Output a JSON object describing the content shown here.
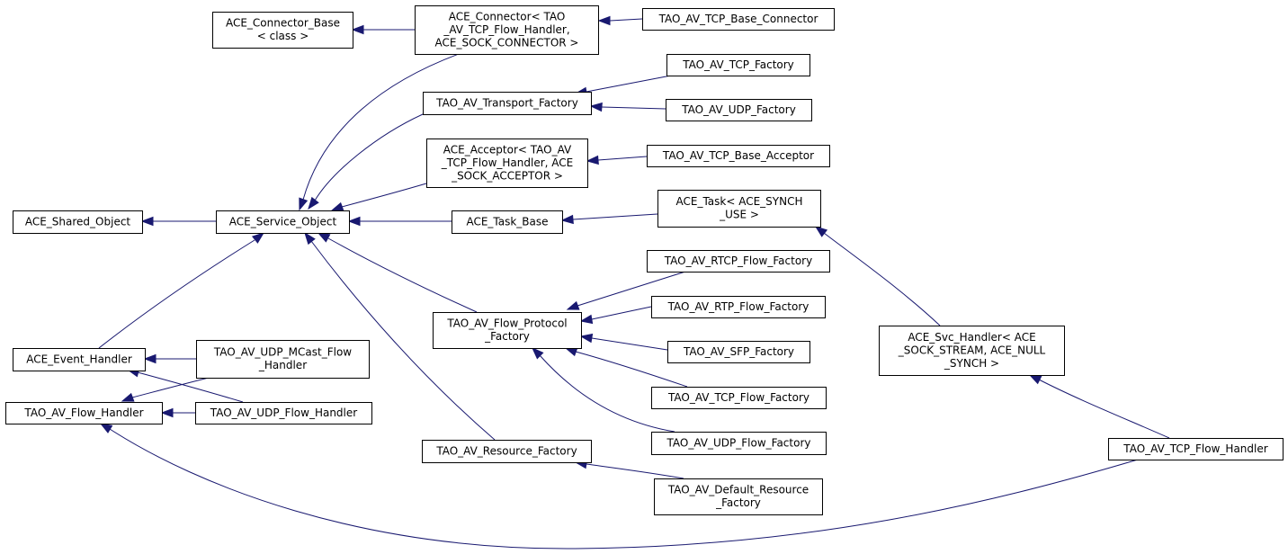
{
  "colors": {
    "edge": "#191970",
    "node_border": "#000000",
    "background": "#ffffff"
  },
  "nodes": [
    {
      "id": "ace-connector-base",
      "lines": [
        "ACE_Connector_Base",
        "< class >"
      ]
    },
    {
      "id": "ace-connector",
      "lines": [
        "ACE_Connector< TAO",
        "_AV_TCP_Flow_Handler,",
        "ACE_SOCK_CONNECTOR >"
      ]
    },
    {
      "id": "tao-av-tcp-base-connector",
      "lines": [
        "TAO_AV_TCP_Base_Connector"
      ]
    },
    {
      "id": "tao-av-tcp-factory",
      "lines": [
        "TAO_AV_TCP_Factory"
      ]
    },
    {
      "id": "tao-av-transport-factory",
      "lines": [
        "TAO_AV_Transport_Factory"
      ]
    },
    {
      "id": "tao-av-udp-factory",
      "lines": [
        "TAO_AV_UDP_Factory"
      ]
    },
    {
      "id": "ace-acceptor",
      "lines": [
        "ACE_Acceptor< TAO_AV",
        "_TCP_Flow_Handler, ACE",
        "_SOCK_ACCEPTOR >"
      ]
    },
    {
      "id": "tao-av-tcp-base-acceptor",
      "lines": [
        "TAO_AV_TCP_Base_Acceptor"
      ]
    },
    {
      "id": "ace-shared-object",
      "lines": [
        "ACE_Shared_Object"
      ]
    },
    {
      "id": "ace-service-object",
      "lines": [
        "ACE_Service_Object"
      ]
    },
    {
      "id": "ace-task-base",
      "lines": [
        "ACE_Task_Base"
      ]
    },
    {
      "id": "ace-task",
      "lines": [
        "ACE_Task< ACE_SYNCH",
        "_USE >"
      ]
    },
    {
      "id": "tao-av-rtcp-flow-factory",
      "lines": [
        "TAO_AV_RTCP_Flow_Factory"
      ]
    },
    {
      "id": "tao-av-rtp-flow-factory",
      "lines": [
        "TAO_AV_RTP_Flow_Factory"
      ]
    },
    {
      "id": "tao-av-flow-protocol-factory",
      "lines": [
        "TAO_AV_Flow_Protocol",
        "_Factory"
      ]
    },
    {
      "id": "tao-av-sfp-factory",
      "lines": [
        "TAO_AV_SFP_Factory"
      ]
    },
    {
      "id": "ace-svc-handler",
      "lines": [
        "ACE_Svc_Handler< ACE",
        "_SOCK_STREAM, ACE_NULL",
        "_SYNCH >"
      ]
    },
    {
      "id": "ace-event-handler",
      "lines": [
        "ACE_Event_Handler"
      ]
    },
    {
      "id": "tao-av-udp-mcast-flow-handler",
      "lines": [
        "TAO_AV_UDP_MCast_Flow",
        "_Handler"
      ]
    },
    {
      "id": "tao-av-tcp-flow-factory",
      "lines": [
        "TAO_AV_TCP_Flow_Factory"
      ]
    },
    {
      "id": "tao-av-flow-handler",
      "lines": [
        "TAO_AV_Flow_Handler"
      ]
    },
    {
      "id": "tao-av-udp-flow-handler",
      "lines": [
        "TAO_AV_UDP_Flow_Handler"
      ]
    },
    {
      "id": "tao-av-udp-flow-factory",
      "lines": [
        "TAO_AV_UDP_Flow_Factory"
      ]
    },
    {
      "id": "tao-av-tcp-flow-handler",
      "lines": [
        "TAO_AV_TCP_Flow_Handler"
      ]
    },
    {
      "id": "tao-av-resource-factory",
      "lines": [
        "TAO_AV_Resource_Factory"
      ]
    },
    {
      "id": "tao-av-default-resource-factory",
      "lines": [
        "TAO_AV_Default_Resource",
        "_Factory"
      ]
    }
  ],
  "edges": [
    {
      "from": "ace-connector",
      "to": "ace-connector-base"
    },
    {
      "from": "tao-av-tcp-base-connector",
      "to": "ace-connector"
    },
    {
      "from": "tao-av-tcp-factory",
      "to": "tao-av-transport-factory"
    },
    {
      "from": "tao-av-udp-factory",
      "to": "tao-av-transport-factory"
    },
    {
      "from": "tao-av-tcp-base-acceptor",
      "to": "ace-acceptor"
    },
    {
      "from": "ace-service-object",
      "to": "ace-shared-object"
    },
    {
      "from": "ace-connector",
      "to": "ace-service-object"
    },
    {
      "from": "tao-av-transport-factory",
      "to": "ace-service-object"
    },
    {
      "from": "ace-acceptor",
      "to": "ace-service-object"
    },
    {
      "from": "ace-task-base",
      "to": "ace-service-object"
    },
    {
      "from": "tao-av-flow-protocol-factory",
      "to": "ace-service-object"
    },
    {
      "from": "tao-av-resource-factory",
      "to": "ace-service-object"
    },
    {
      "from": "ace-event-handler",
      "to": "ace-service-object"
    },
    {
      "from": "ace-task",
      "to": "ace-task-base"
    },
    {
      "from": "tao-av-rtcp-flow-factory",
      "to": "tao-av-flow-protocol-factory"
    },
    {
      "from": "tao-av-rtp-flow-factory",
      "to": "tao-av-flow-protocol-factory"
    },
    {
      "from": "tao-av-sfp-factory",
      "to": "tao-av-flow-protocol-factory"
    },
    {
      "from": "tao-av-tcp-flow-factory",
      "to": "tao-av-flow-protocol-factory"
    },
    {
      "from": "tao-av-udp-flow-factory",
      "to": "tao-av-flow-protocol-factory"
    },
    {
      "from": "ace-svc-handler",
      "to": "ace-task"
    },
    {
      "from": "tao-av-tcp-flow-handler",
      "to": "ace-svc-handler"
    },
    {
      "from": "tao-av-udp-mcast-flow-handler",
      "to": "ace-event-handler"
    },
    {
      "from": "tao-av-udp-flow-handler",
      "to": "ace-event-handler"
    },
    {
      "from": "tao-av-udp-mcast-flow-handler",
      "to": "tao-av-flow-handler"
    },
    {
      "from": "tao-av-udp-flow-handler",
      "to": "tao-av-flow-handler"
    },
    {
      "from": "tao-av-tcp-flow-handler",
      "to": "tao-av-flow-handler"
    },
    {
      "from": "tao-av-default-resource-factory",
      "to": "tao-av-resource-factory"
    }
  ]
}
